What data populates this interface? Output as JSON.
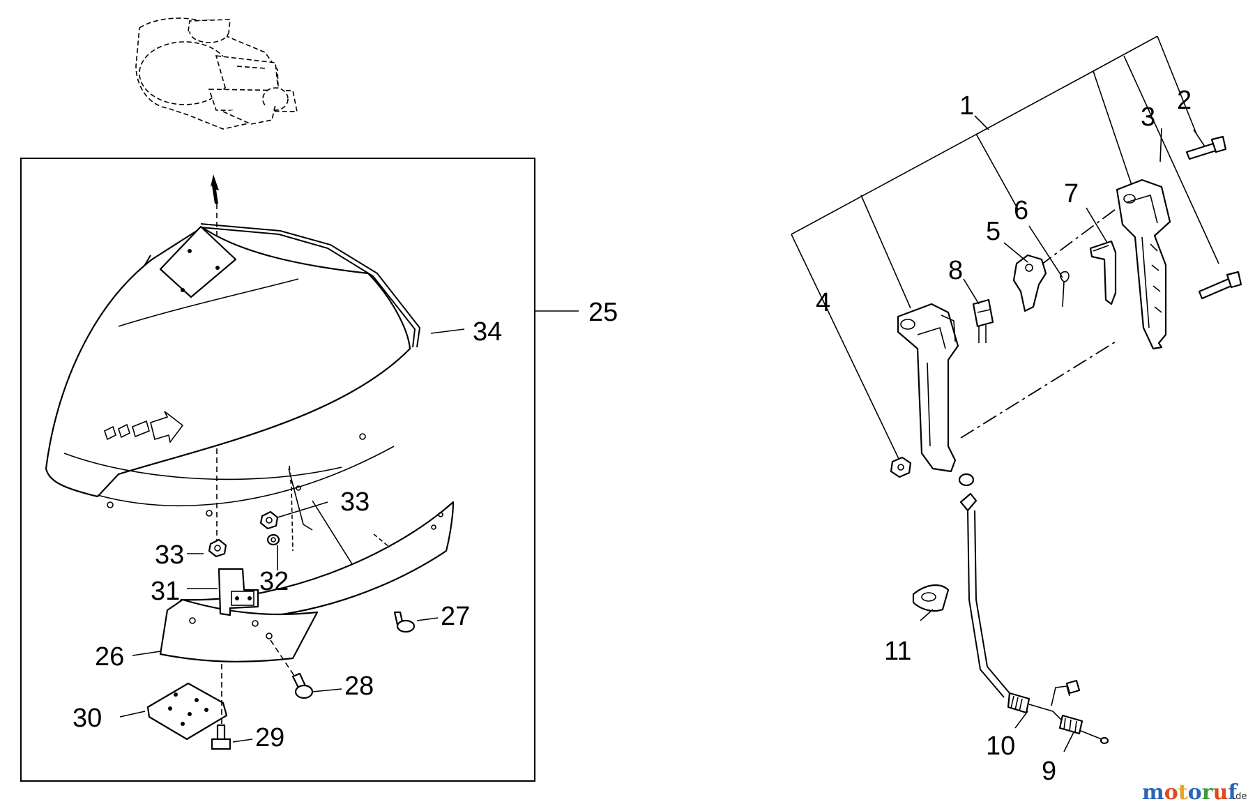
{
  "callouts": {
    "c1": "1",
    "c2": "2",
    "c3": "3",
    "c4": "4",
    "c5": "5",
    "c6": "6",
    "c7": "7",
    "c8": "8",
    "c9": "9",
    "c10": "10",
    "c11": "11",
    "c25": "25",
    "c26": "26",
    "c27": "27",
    "c28": "28",
    "c29": "29",
    "c30": "30",
    "c31": "31",
    "c32": "32",
    "c33a": "33",
    "c33b": "33",
    "c34": "34"
  },
  "watermark": {
    "text": "motoruf",
    "suffix": ".de",
    "colors": [
      "#2a64b8",
      "#e04a1e",
      "#e8a41c",
      "#2a64b8",
      "#3c9a3c",
      "#e04a1e",
      "#2a64b8"
    ]
  },
  "colors": {
    "lines": "#000000",
    "background": "#ffffff"
  }
}
